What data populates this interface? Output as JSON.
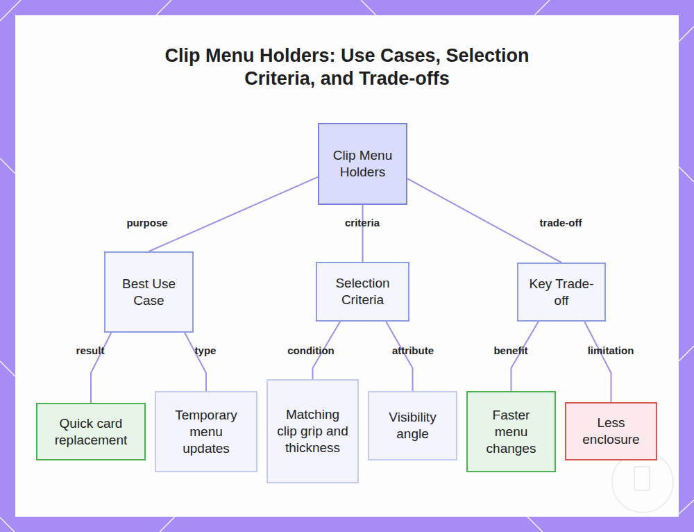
{
  "diagram": {
    "title": "Clip Menu Holders: Use Cases, Selection Criteria, and Trade-offs",
    "nodes": [
      {
        "text": [
          "Clip Menu Holders"
        ]
      },
      {
        "text": [
          "Best Use Case"
        ]
      },
      {
        "text": [
          "Selection Criteria"
        ]
      },
      {
        "text": [
          "Key Trade-off"
        ]
      },
      {
        "text": [
          "Quick card replacement"
        ]
      },
      {
        "text": [
          "Temporary menu updates"
        ]
      },
      {
        "text": [
          "Matching clip grip and thickness"
        ]
      },
      {
        "text": [
          "Visibility angle"
        ]
      },
      {
        "text": [
          "Faster menu changes"
        ]
      },
      {
        "text": [
          "Less enclosure"
        ]
      }
    ],
    "edges": [
      {
        "from": 0,
        "to": 1,
        "label": "purpose",
        "arrow": "none"
      },
      {
        "from": 0,
        "to": 2,
        "label": "criteria",
        "arrow": "none"
      },
      {
        "from": 0,
        "to": 3,
        "label": "trade-off",
        "arrow": "none"
      },
      {
        "from": 1,
        "to": 4,
        "label": "result",
        "arrow": "none"
      },
      {
        "from": 1,
        "to": 5,
        "label": "type",
        "arrow": "none"
      },
      {
        "from": 2,
        "to": 6,
        "label": "condition",
        "arrow": "none"
      },
      {
        "from": 2,
        "to": 7,
        "label": "attribute",
        "arrow": "none"
      },
      {
        "from": 3,
        "to": 8,
        "label": "benefit",
        "arrow": "none"
      },
      {
        "from": 3,
        "to": 9,
        "label": "limitation",
        "arrow": "none"
      }
    ]
  }
}
